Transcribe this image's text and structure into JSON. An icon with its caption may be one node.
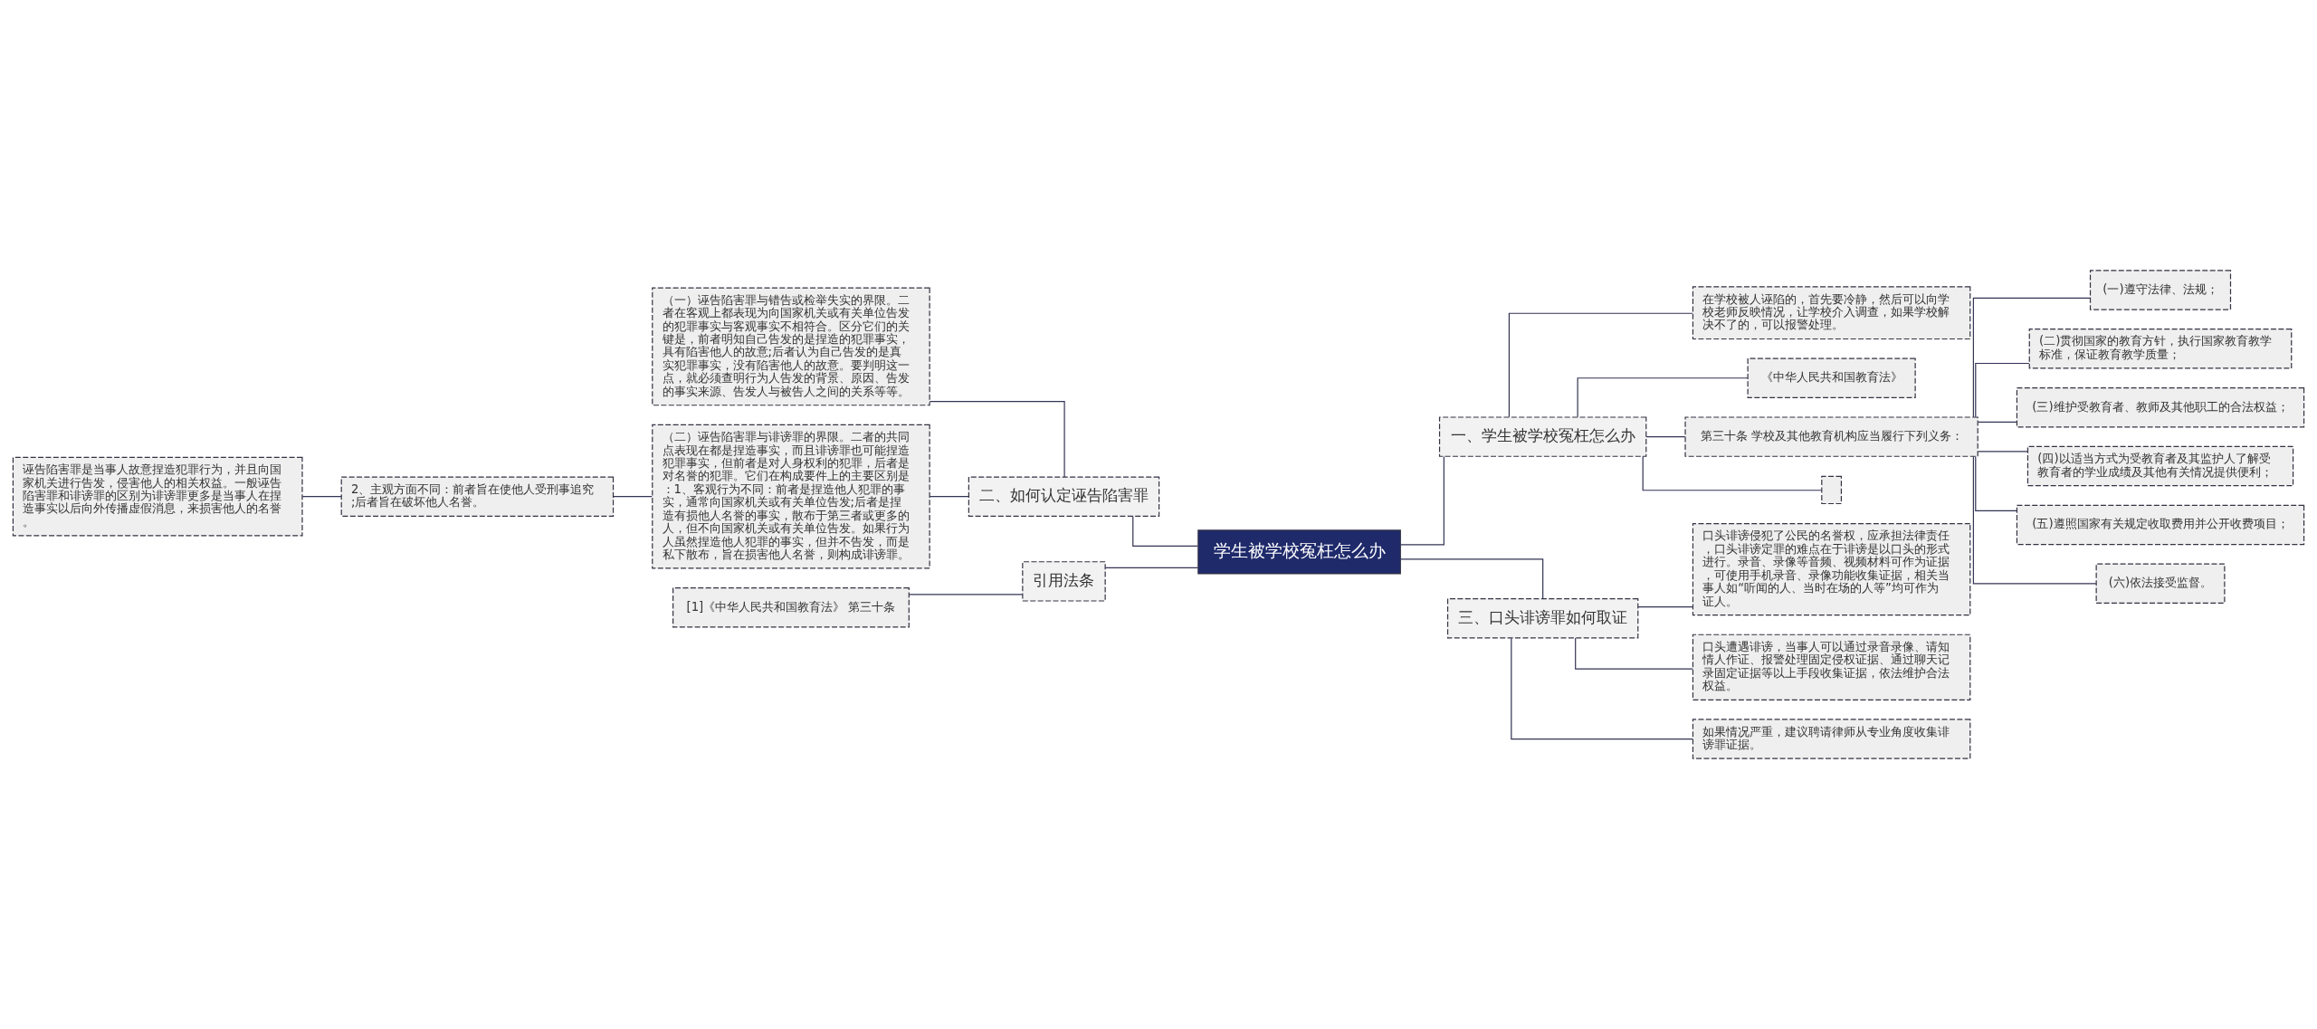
{
  "diagram": {
    "nodes": [
      {
        "text": [
          "学生被学校冤枉怎么办"
        ]
      },
      {
        "text": [
          "一、学生被学校冤枉怎么办"
        ]
      },
      {
        "text": [
          "在学校被人诬陷的，首先要冷静，然后可以向学校老师反映情况，让学校介入调查，如果学校解决不了的，可以报警处理。"
        ]
      },
      {
        "text": [
          "《中华人民共和国教育法》"
        ]
      },
      {
        "text": [
          "第三十条 学校及其他教育机构应当履行下列义务："
        ]
      },
      {
        "text": [
          "(一)遵守法律、法规；"
        ]
      },
      {
        "text": [
          "(二)贯彻国家的教育方针，执行国家教育教学标准，保证教育教学质量；"
        ]
      },
      {
        "text": [
          "(三)维护受教育者、教师及其他职工的合法权益；"
        ]
      },
      {
        "text": [
          "(四)以适当方式为受教育者及其监护人了解受教育者的学业成绩及其他有关情况提供便利；"
        ]
      },
      {
        "text": [
          "(五)遵照国家有关规定收取费用并公开收费项目；"
        ]
      },
      {
        "text": [
          "(六)依法接受监督。"
        ]
      },
      {
        "text": [],
        "shape": "box"
      },
      {
        "text": [
          "三、口头诽谤罪如何取证"
        ]
      },
      {
        "text": [
          "口头诽谤侵犯了公民的名誉权，应承担法律责任，口头诽谤定罪的难点在于诽谤是以口头的形式进行。录音、录像等音频、视频材料可作为证据，可使用手机录音、录像功能收集证据，相关当事人如“听闻的人、当时在场的人等”均可作为证人。"
        ]
      },
      {
        "text": [
          "口头遭遇诽谤，当事人可以通过录音录像、请知情人作证、报警处理固定侵权证据、通过聊天记录固定证据等以上手段收集证据，依法维护合法权益。"
        ]
      },
      {
        "text": [
          "如果情况严重，建议聘请律师从专业角度收集诽谤罪证据。"
        ]
      },
      {
        "text": [
          "二、如何认定诬告陷害罪"
        ]
      },
      {
        "text": [
          "（一）诬告陷害罪与错告或检举失实的界限。二者在客观上都表现为向国家机关或有关单位告发的犯罪事实与客观事实不相符合。区分它们的关键是，前者明知自己告发的是捏造的犯罪事实，具有陷害他人的故意;后者认为自己告发的是真实犯罪事实，没有陷害他人的故意。要判明这一点，就必须查明行为人告发的背景、原因、告发的事实来源、告发人与被告人之间的关系等等。"
        ]
      },
      {
        "text": [
          "（二）诬告陷害罪与诽谤罪的界限。二者的共同点表现在都是捏造事实，而且诽谤罪也可能捏造犯罪事实，但前者是对人身权利的犯罪，后者是对名誉的犯罪。它们在构成要件上的主要区别是：1、客观行为不同：前者是捏造他人犯罪的事实，通常向国家机关或有关单位告发;后者是捏造有损他人名誉的事实，散布于第三者或更多的人，但不向国家机关或有关单位告发。如果行为人虽然捏造他人犯罪的事实，但并不告发，而是私下散布，旨在损害他人名誉，则构成诽谤罪。"
        ]
      },
      {
        "text": [
          "2、主观方面不同：前者旨在使他人受刑事追究;后者旨在破坏他人名誉。"
        ]
      },
      {
        "text": [
          "诬告陷害罪是当事人故意捏造犯罪行为，并且向国家机关进行告发，侵害他人的相关权益。一般诬告陷害罪和诽谤罪的区别为诽谤罪更多是当事人在捏造事实以后向外传播虚假消息，来损害他人的名誉。"
        ]
      },
      {
        "text": [
          "引用法条"
        ]
      },
      {
        "text": [
          "[1]《中华人民共和国教育法》 第三十条"
        ]
      }
    ],
    "edges": [
      {
        "from": 0,
        "to": 1,
        "arrow": "none"
      },
      {
        "from": 1,
        "to": 2,
        "arrow": "none"
      },
      {
        "from": 1,
        "to": 3,
        "arrow": "none"
      },
      {
        "from": 1,
        "to": 4,
        "arrow": "none"
      },
      {
        "from": 4,
        "to": 5,
        "arrow": "none"
      },
      {
        "from": 4,
        "to": 6,
        "arrow": "none"
      },
      {
        "from": 4,
        "to": 7,
        "arrow": "none"
      },
      {
        "from": 4,
        "to": 8,
        "arrow": "none"
      },
      {
        "from": 4,
        "to": 9,
        "arrow": "none"
      },
      {
        "from": 4,
        "to": 10,
        "arrow": "none"
      },
      {
        "from": 1,
        "to": 11,
        "arrow": "none"
      },
      {
        "from": 0,
        "to": 12,
        "arrow": "none"
      },
      {
        "from": 12,
        "to": 13,
        "arrow": "none"
      },
      {
        "from": 12,
        "to": 14,
        "arrow": "none"
      },
      {
        "from": 12,
        "to": 15,
        "arrow": "none"
      },
      {
        "from": 0,
        "to": 16,
        "arrow": "none"
      },
      {
        "from": 16,
        "to": 17,
        "arrow": "none"
      },
      {
        "from": 16,
        "to": 18,
        "arrow": "none"
      },
      {
        "from": 18,
        "to": 19,
        "arrow": "none"
      },
      {
        "from": 19,
        "to": 20,
        "arrow": "none"
      },
      {
        "from": 0,
        "to": 21,
        "arrow": "none"
      },
      {
        "from": 21,
        "to": 22,
        "arrow": "none"
      }
    ]
  }
}
